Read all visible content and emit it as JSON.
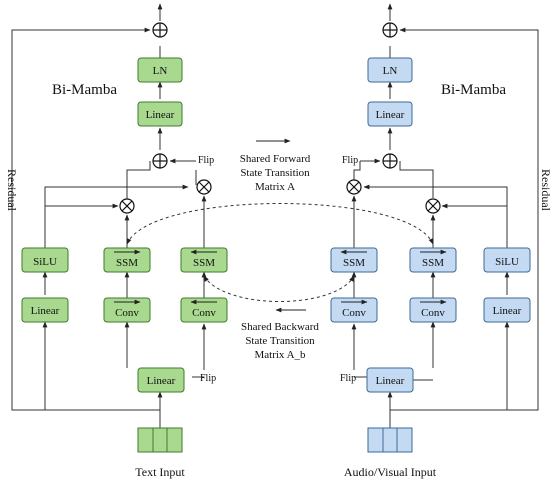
{
  "colors": {
    "green_fill": "#a9d98f",
    "green_stroke": "#3f7a2e",
    "blue_fill": "#c3daf2",
    "blue_stroke": "#3d6a96",
    "line": "#333333"
  },
  "left_branch": {
    "title": "Bi-Mamba",
    "residual": "Residual",
    "ln": "LN",
    "linear_top": "Linear",
    "flip_top": "Flip",
    "silu": "SiLU",
    "ssm_fwd": "SSM",
    "ssm_bwd": "SSM",
    "linear_silu": "Linear",
    "conv_fwd": "Conv",
    "conv_bwd": "Conv",
    "linear_in": "Linear",
    "flip_in": "Flip",
    "input_label": "Text Input"
  },
  "right_branch": {
    "title": "Bi-Mamba",
    "residual": "Residual",
    "ln": "LN",
    "linear_top": "Linear",
    "flip_top": "Flip",
    "silu": "SiLU",
    "ssm_fwd": "SSM",
    "ssm_bwd": "SSM",
    "linear_silu": "Linear",
    "conv_fwd": "Conv",
    "conv_bwd": "Conv",
    "linear_in": "Linear",
    "flip_in": "Flip",
    "input_label": "Audio/Visual Input"
  },
  "shared": {
    "forward_line1": "Shared Forward",
    "forward_line2": "State Transition",
    "forward_line3": "Matrix A",
    "backward_line1": "Shared Backward",
    "backward_line2": "State Transition",
    "backward_line3": "Matrix A_b"
  }
}
